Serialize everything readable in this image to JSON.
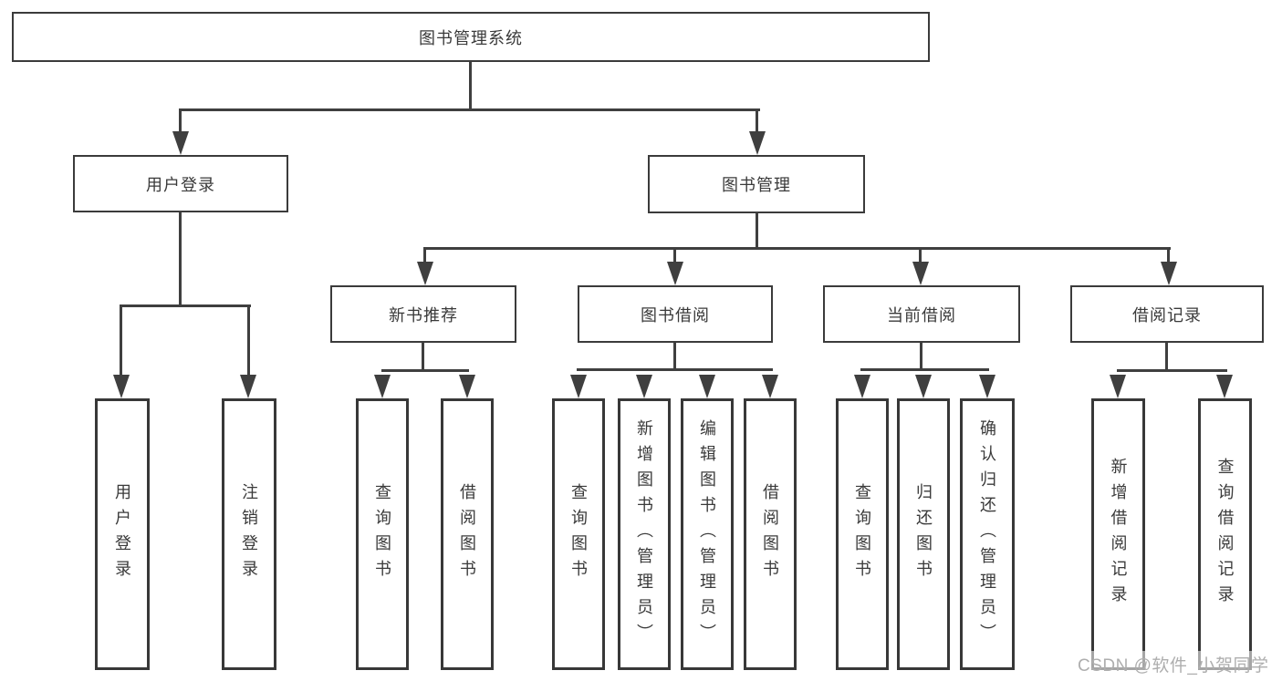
{
  "diagram_type": "hierarchy-tree",
  "nodes": {
    "system": "图书管理系统",
    "user_login": "用户登录",
    "book_management": "图书管理",
    "user_login_action": "用户登录",
    "logout_action": "注销登录",
    "new_book_recommend": "新书推荐",
    "book_borrowing": "图书借阅",
    "current_borrowing": "当前借阅",
    "borrowing_records": "借阅记录",
    "recommend_query_books": "查询图书",
    "recommend_borrow_books": "借阅图书",
    "borrowing_query_books": "查询图书",
    "borrowing_add_books_admin": "新增图书（管理员）",
    "borrowing_edit_books_admin": "编辑图书（管理员）",
    "borrowing_borrow_books": "借阅图书",
    "current_query_books": "查询图书",
    "current_return_books": "归还图书",
    "current_confirm_return_admin": "确认归还（管理员）",
    "records_add_record": "新增借阅记录",
    "records_query_record": "查询借阅记录"
  },
  "watermark": "CSDN @软件_小贺同学",
  "colors": {
    "line": "#3f3f3f",
    "border": "#3b3b3b",
    "text": "#3a3a3a",
    "watermark": "#aeaeae"
  }
}
